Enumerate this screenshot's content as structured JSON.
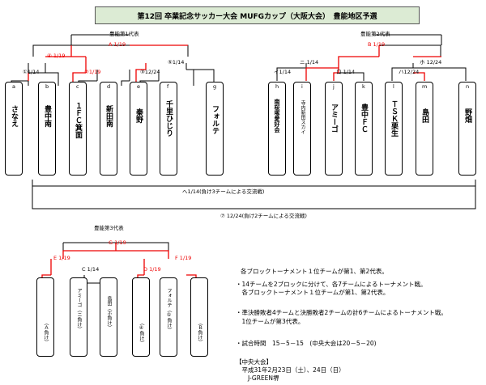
{
  "title": "第12回 卒業記念サッカー大会 MUFGカップ（大阪大会）　豊能地区予選",
  "labels": {
    "rep1": "豊能第1代表",
    "rep2": "豊能第2代表",
    "rep3": "豊能第3代表",
    "a_match": "A 1/19",
    "b_match": "B 1/19",
    "m4": "④ 1/19",
    "m5": "⑤1/14",
    "m1": "①1/14",
    "m2": "②1/19",
    "m3": "③12/24",
    "ni": "ニ 1/14",
    "i": "イ1/14",
    "ro": "ロ 1/14",
    "ha": "ハ12/24",
    "ho": "ホ 12/24",
    "he": "へ1/14(負け3チームによる交流戦)",
    "m7": "⑦ 12/24(負け2チームによる交流戦)",
    "g": "G 1/19",
    "e": "E 1/19",
    "c": "C 1/14",
    "d": "D 1/19",
    "f": "F 1/19"
  },
  "letters": [
    "a",
    "b",
    "c",
    "d",
    "e",
    "f",
    "g",
    "h",
    "i",
    "j",
    "k",
    "l",
    "m",
    "n"
  ],
  "teams": [
    "さなえ",
    "豊中南",
    "１ＦＣ箕面",
    "新田南",
    "秦野",
    "千里ひじり",
    "フォルテ",
    "南桜塚愛好会",
    "寺内新田スカイ",
    "アミーゴ",
    "豊中ＦＣ",
    "ＴＳＫ栗生",
    "島田",
    "野畑"
  ],
  "teams3": [
    "（Ａ負け）",
    "アミーゴ（ニ負け）",
    "島田（ホ負け）",
    "（④負け）",
    "フォルテ（⑤負け）",
    "（Ｂ負け）"
  ],
  "notes": [
    "各ブロックトーナメント１位チームが第1、第2代表。",
    "・14チームを2ブロックに分けて、各7チームによるトーナメント戦。",
    "　各ブロックトーナメント１位チームが第1、第2代表。",
    "・準決勝敗者4チームと決勝敗者2チームの計6チームによるトーナメント戦。",
    "　1位チームが第3代表。",
    "・試合時間　15－5－15　(中央大会は20－5－20)",
    "【中央大会】",
    "　平成31年2月23日（土）、24日（日）",
    "　　J-GREEN堺"
  ]
}
